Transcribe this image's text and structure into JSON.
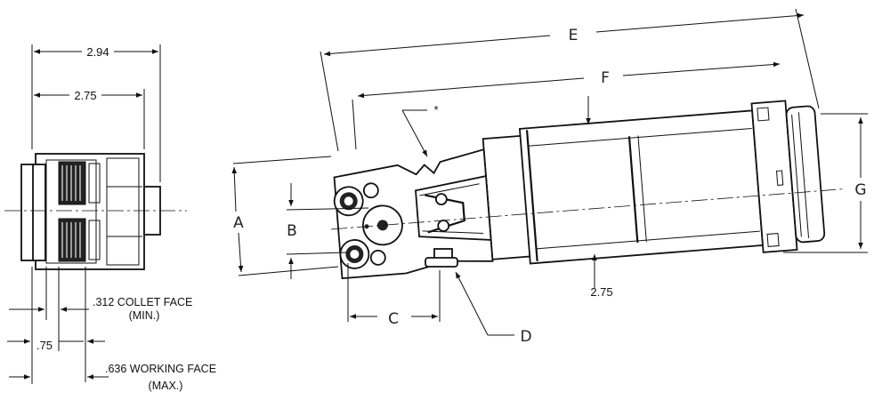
{
  "side_view": {
    "dim_overall_width": "2.94",
    "dim_body_width": "2.75",
    "dim_offset": ".75",
    "collet_face_note": ".312 COLLET FACE",
    "collet_face_qualifier": "(MIN.)",
    "working_face_note": ".636 WORKING FACE",
    "working_face_qualifier": "(MAX.)"
  },
  "front_view": {
    "label_E": "E",
    "label_F": "F",
    "label_G": "G",
    "label_A": "A",
    "label_B": "B",
    "label_C": "C",
    "label_D": "D",
    "asterisk": "*",
    "dim_height": "2.75"
  }
}
